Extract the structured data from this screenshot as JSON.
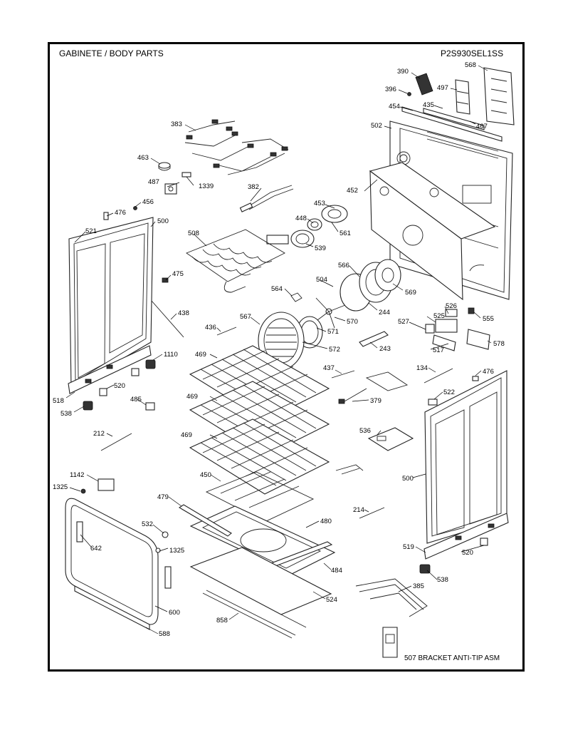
{
  "header": {
    "title": "GABINETE / BODY PARTS",
    "model": "P2S930SEL1SS"
  },
  "callouts": [
    {
      "id": "390",
      "label": "390"
    },
    {
      "id": "568",
      "label": "568"
    },
    {
      "id": "396",
      "label": "396"
    },
    {
      "id": "497",
      "label": "497"
    },
    {
      "id": "454",
      "label": "454"
    },
    {
      "id": "435",
      "label": "435"
    },
    {
      "id": "467",
      "label": "467"
    },
    {
      "id": "502",
      "label": "502"
    },
    {
      "id": "383",
      "label": "383"
    },
    {
      "id": "463",
      "label": "463"
    },
    {
      "id": "487",
      "label": "487"
    },
    {
      "id": "1339",
      "label": "1339"
    },
    {
      "id": "382",
      "label": "382"
    },
    {
      "id": "452",
      "label": "452"
    },
    {
      "id": "453",
      "label": "453"
    },
    {
      "id": "448",
      "label": "448"
    },
    {
      "id": "561",
      "label": "561"
    },
    {
      "id": "539",
      "label": "539"
    },
    {
      "id": "476a",
      "label": "476"
    },
    {
      "id": "456",
      "label": "456"
    },
    {
      "id": "500a",
      "label": "500"
    },
    {
      "id": "521",
      "label": "521"
    },
    {
      "id": "508",
      "label": "508"
    },
    {
      "id": "475",
      "label": "475"
    },
    {
      "id": "566",
      "label": "566"
    },
    {
      "id": "504",
      "label": "504"
    },
    {
      "id": "569",
      "label": "569"
    },
    {
      "id": "564",
      "label": "564"
    },
    {
      "id": "438",
      "label": "438"
    },
    {
      "id": "244",
      "label": "244"
    },
    {
      "id": "567",
      "label": "567"
    },
    {
      "id": "570",
      "label": "570"
    },
    {
      "id": "526",
      "label": "526"
    },
    {
      "id": "555",
      "label": "555"
    },
    {
      "id": "525",
      "label": "525"
    },
    {
      "id": "527",
      "label": "527"
    },
    {
      "id": "436",
      "label": "436"
    },
    {
      "id": "571",
      "label": "571"
    },
    {
      "id": "578",
      "label": "578"
    },
    {
      "id": "572",
      "label": "572"
    },
    {
      "id": "243",
      "label": "243"
    },
    {
      "id": "517",
      "label": "517"
    },
    {
      "id": "469a",
      "label": "469"
    },
    {
      "id": "1110",
      "label": "1110"
    },
    {
      "id": "437",
      "label": "437"
    },
    {
      "id": "134",
      "label": "134"
    },
    {
      "id": "476b",
      "label": "476"
    },
    {
      "id": "520a",
      "label": "520"
    },
    {
      "id": "518",
      "label": "518"
    },
    {
      "id": "469b",
      "label": "469"
    },
    {
      "id": "522",
      "label": "522"
    },
    {
      "id": "379",
      "label": "379"
    },
    {
      "id": "538a",
      "label": "538"
    },
    {
      "id": "485",
      "label": "485"
    },
    {
      "id": "212",
      "label": "212"
    },
    {
      "id": "469c",
      "label": "469"
    },
    {
      "id": "536",
      "label": "536"
    },
    {
      "id": "500b",
      "label": "500"
    },
    {
      "id": "450",
      "label": "450"
    },
    {
      "id": "1142",
      "label": "1142"
    },
    {
      "id": "1325a",
      "label": "1325"
    },
    {
      "id": "479",
      "label": "479"
    },
    {
      "id": "214",
      "label": "214"
    },
    {
      "id": "480",
      "label": "480"
    },
    {
      "id": "532",
      "label": "532"
    },
    {
      "id": "642",
      "label": "642"
    },
    {
      "id": "1325b",
      "label": "1325"
    },
    {
      "id": "519",
      "label": "519"
    },
    {
      "id": "520b",
      "label": "520"
    },
    {
      "id": "484",
      "label": "484"
    },
    {
      "id": "538b",
      "label": "538"
    },
    {
      "id": "385",
      "label": "385"
    },
    {
      "id": "524",
      "label": "524"
    },
    {
      "id": "600",
      "label": "600"
    },
    {
      "id": "858",
      "label": "858"
    },
    {
      "id": "588",
      "label": "588"
    }
  ],
  "notes": {
    "anti_tip": "507  BRACKET ANTI-TIP ASM"
  }
}
